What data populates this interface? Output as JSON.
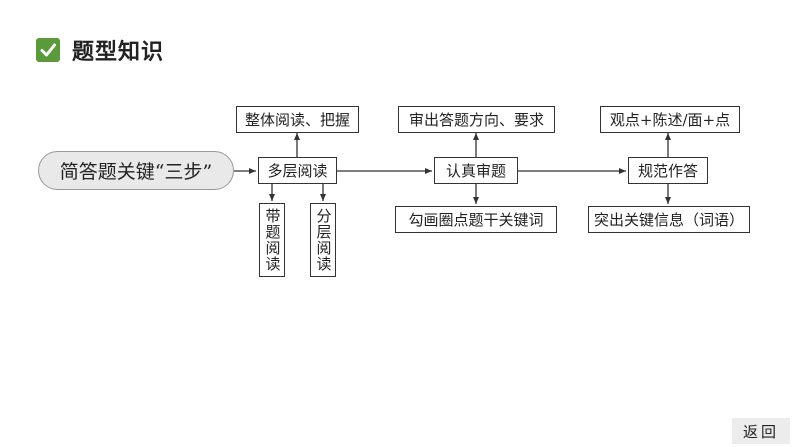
{
  "header": {
    "icon": "check-icon",
    "title": "题型知识"
  },
  "diagram": {
    "root": "简答题关键“三步”",
    "step1": {
      "label": "多层阅读",
      "top": "整体阅读、把握",
      "sub_left": "带题阅读",
      "sub_right": "分层阅读"
    },
    "step2": {
      "label": "认真审题",
      "top": "审出答题方向、要求",
      "bottom": "勾画圈点题干关键词"
    },
    "step3": {
      "label": "规范作答",
      "top": "观点+陈述/面+点",
      "bottom": "突出关键信息（词语）"
    }
  },
  "nav": {
    "back_label": "返回"
  }
}
